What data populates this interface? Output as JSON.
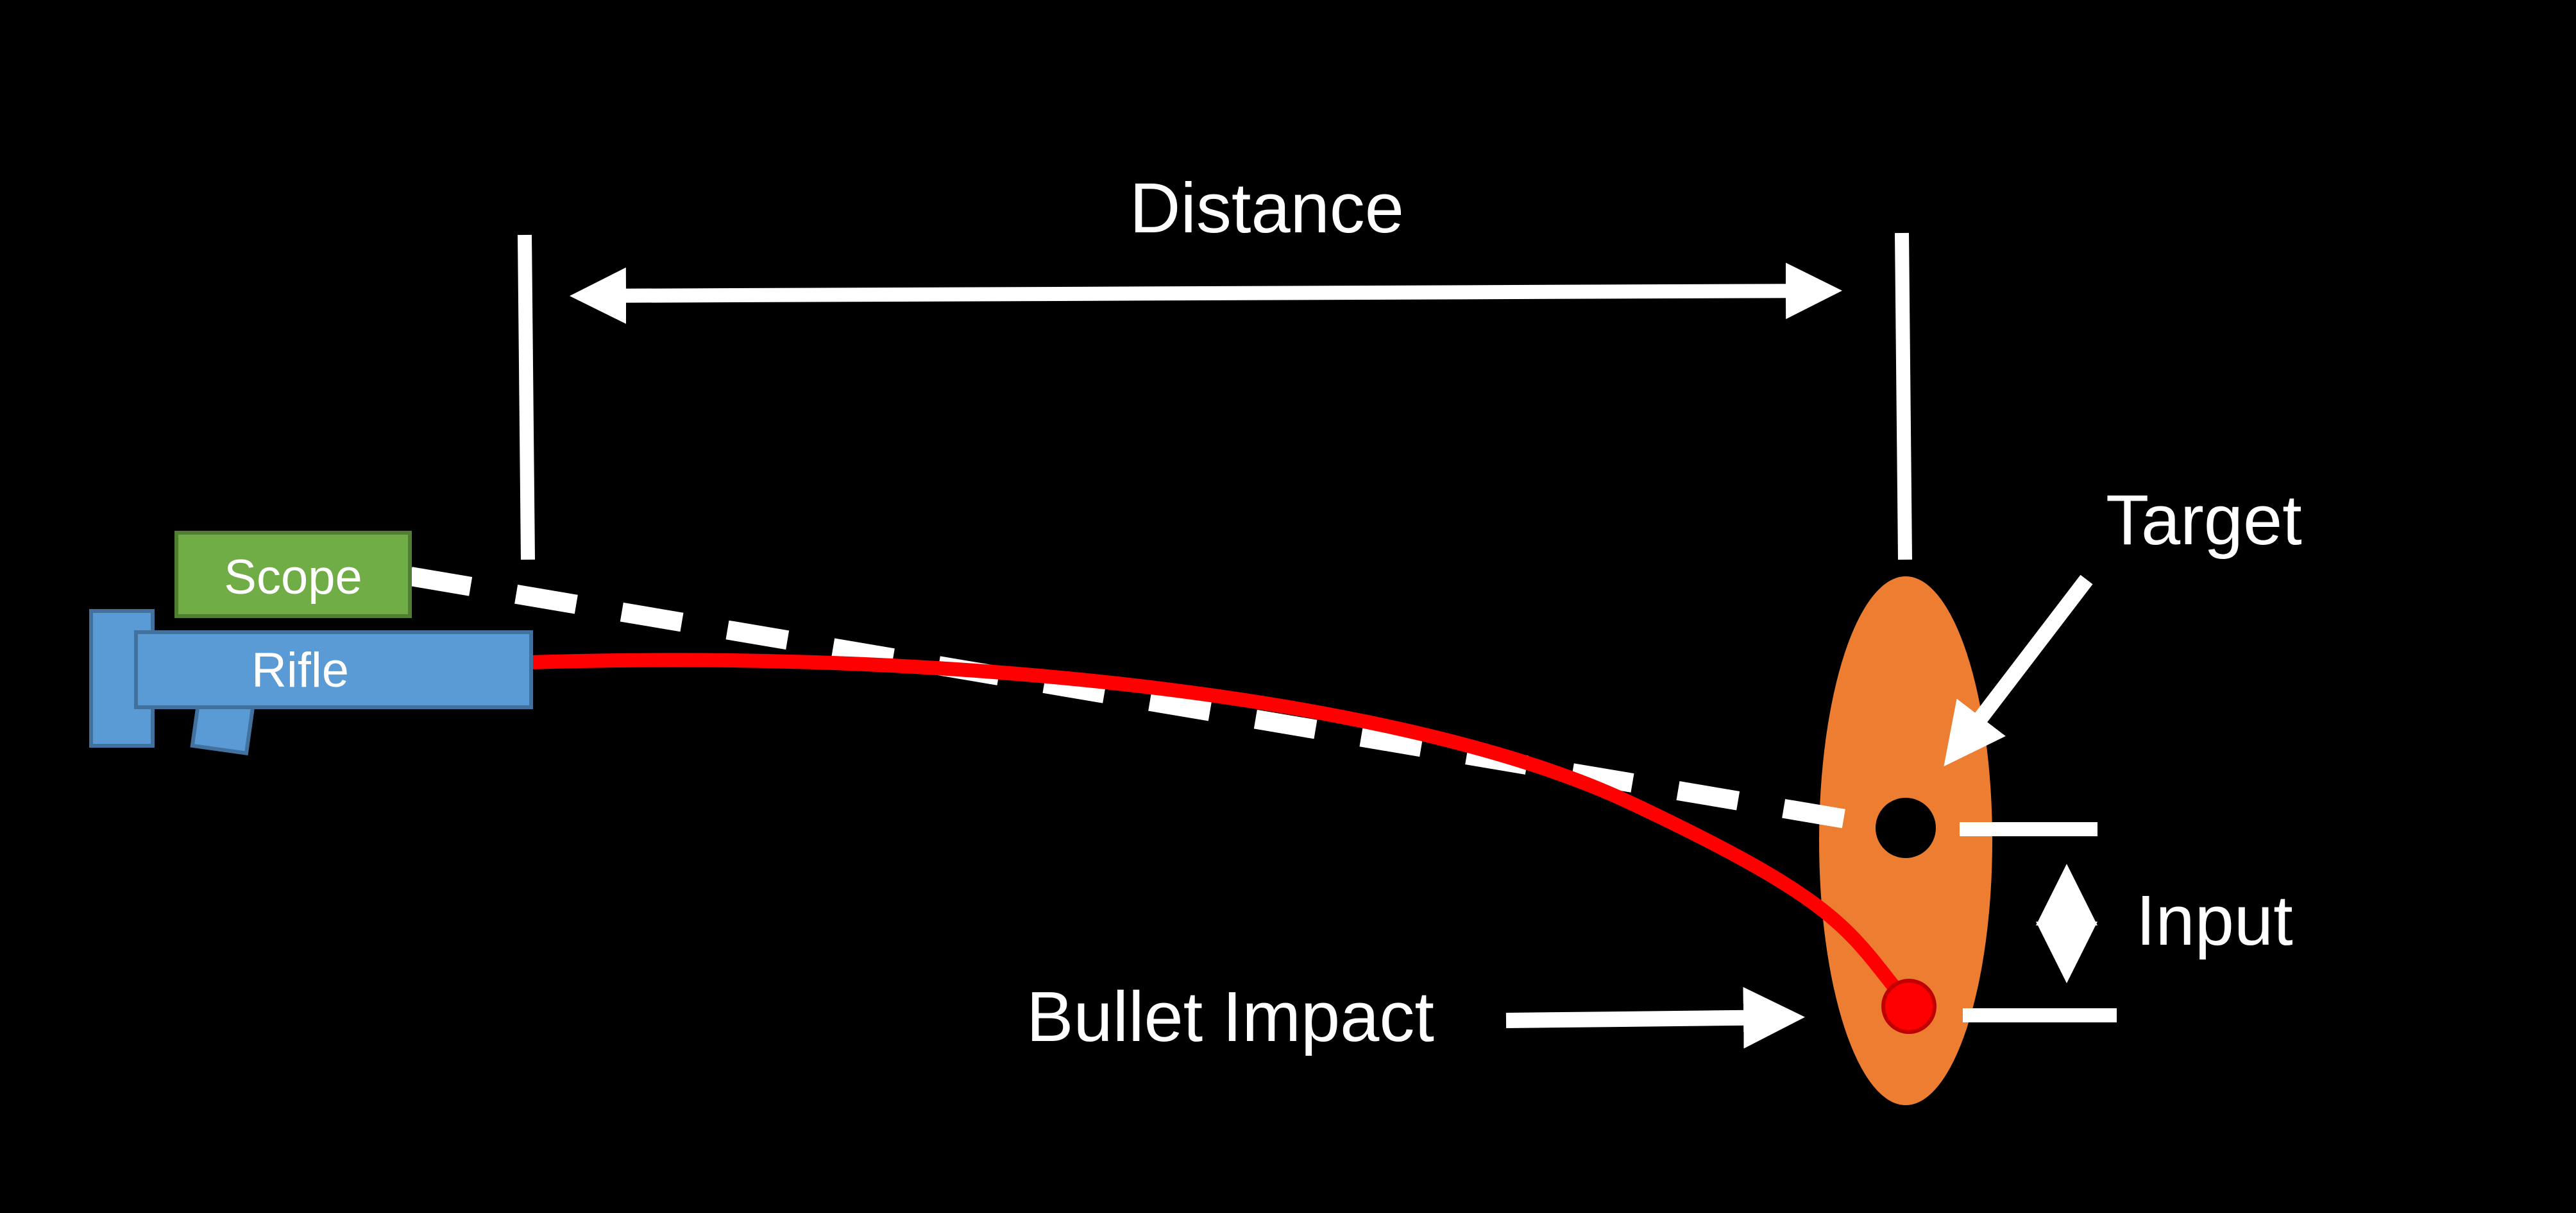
{
  "labels": {
    "distance": "Distance",
    "target": "Target",
    "input": "Input",
    "bullet_impact": "Bullet Impact",
    "scope": "Scope",
    "rifle": "Rifle"
  },
  "colors": {
    "background": "#000000",
    "line": "#ffffff",
    "scope_fill": "#70ad47",
    "scope_stroke": "#507e32",
    "rifle_fill": "#5b9bd5",
    "rifle_stroke": "#41719c",
    "target_fill": "#ed7d31",
    "trajectory": "#ff0000",
    "impact_stroke": "#c00000",
    "bullseye": "#000000"
  }
}
